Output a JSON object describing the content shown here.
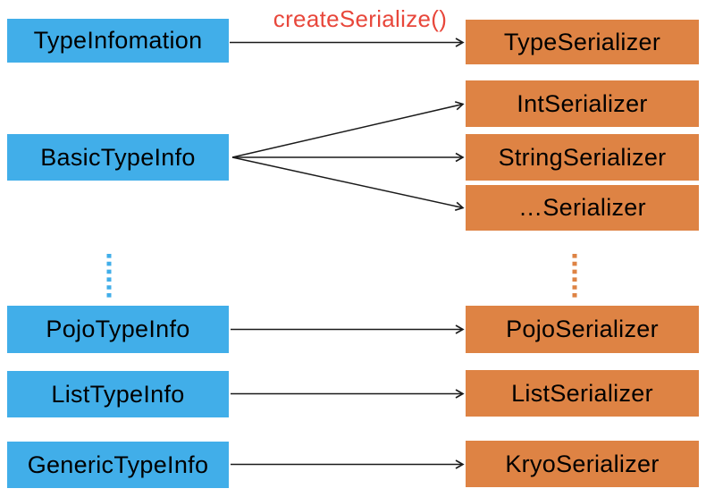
{
  "edge_label": "createSerialize()",
  "nodes": {
    "left": [
      "TypeInfomation",
      "BasicTypeInfo",
      "PojoTypeInfo",
      "ListTypeInfo",
      "GenericTypeInfo"
    ],
    "right": [
      "TypeSerializer",
      "IntSerializer",
      "StringSerializer",
      "…Serializer",
      "PojoSerializer",
      "ListSerializer",
      "KryoSerializer"
    ]
  },
  "edges": [
    {
      "from": "TypeInfomation",
      "to": "TypeSerializer",
      "label": "createSerialize()"
    },
    {
      "from": "BasicTypeInfo",
      "to": "IntSerializer",
      "label": ""
    },
    {
      "from": "BasicTypeInfo",
      "to": "StringSerializer",
      "label": ""
    },
    {
      "from": "BasicTypeInfo",
      "to": "…Serializer",
      "label": ""
    },
    {
      "from": "PojoTypeInfo",
      "to": "PojoSerializer",
      "label": ""
    },
    {
      "from": "ListTypeInfo",
      "to": "ListSerializer",
      "label": ""
    },
    {
      "from": "GenericTypeInfo",
      "to": "KryoSerializer",
      "label": ""
    }
  ],
  "colors": {
    "type_info_box": "#41AEE9",
    "serializer_box": "#DE8344",
    "box_text": "#000000",
    "arrow": "#1A1A1A",
    "method_label": "#E8473B",
    "left_continuation_dots": "#41AEE9",
    "right_continuation_dots": "#DE8344",
    "background": "#FFFFFF"
  }
}
